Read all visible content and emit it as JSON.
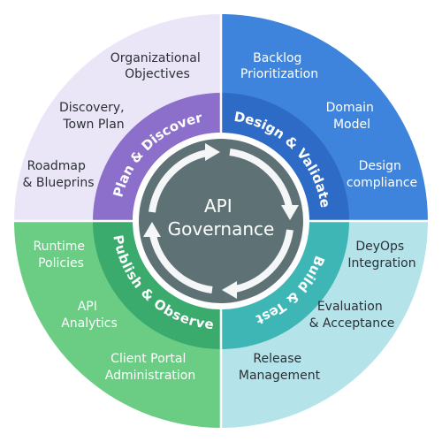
{
  "center": {
    "line1": "API",
    "line2": "Governance"
  },
  "phases": {
    "plan_discover": "Plan & Discover",
    "design_validate": "Design & Validate",
    "build_test": "Build & Test",
    "publish_observe": "Publish & Observe"
  },
  "quadrants": {
    "top_left": {
      "item1": [
        "Organizational",
        "Objectives"
      ],
      "item2": [
        "Discovery,",
        "Town Plan"
      ],
      "item3": [
        "Roadmap",
        "& Blueprins"
      ]
    },
    "top_right": {
      "item1": [
        "Backlog",
        "Prioritization"
      ],
      "item2": [
        "Domain",
        "Model"
      ],
      "item3": [
        "Design",
        "compliance"
      ]
    },
    "bottom_right": {
      "item1": [
        "DeyOps",
        "Integration"
      ],
      "item2": [
        "Evaluation",
        "& Acceptance"
      ],
      "item3": [
        "Release",
        "Management"
      ]
    },
    "bottom_left": {
      "item1": [
        "Runtime",
        "Policies"
      ],
      "item2": [
        "API",
        "Analytics"
      ],
      "item3": [
        "Client Portal",
        "Administration"
      ]
    }
  },
  "colors": {
    "top_left_outer": "#ebe6f7",
    "top_right_outer": "#3f84dc",
    "bottom_right_outer": "#b4e4ea",
    "bottom_left_outer": "#6acd83",
    "plan_ring": "#8b6fcb",
    "design_ring": "#2d6bc7",
    "build_ring": "#3fb6b6",
    "publish_ring": "#3aaa6d",
    "center_disc": "#5e7276",
    "cycle_arrows": "#f5f6f7",
    "divider": "#ffffff",
    "dark_text": "#2b2f36",
    "light_text": "#ffffff"
  },
  "icons": {
    "cycle": "circular-arrows-icon"
  }
}
